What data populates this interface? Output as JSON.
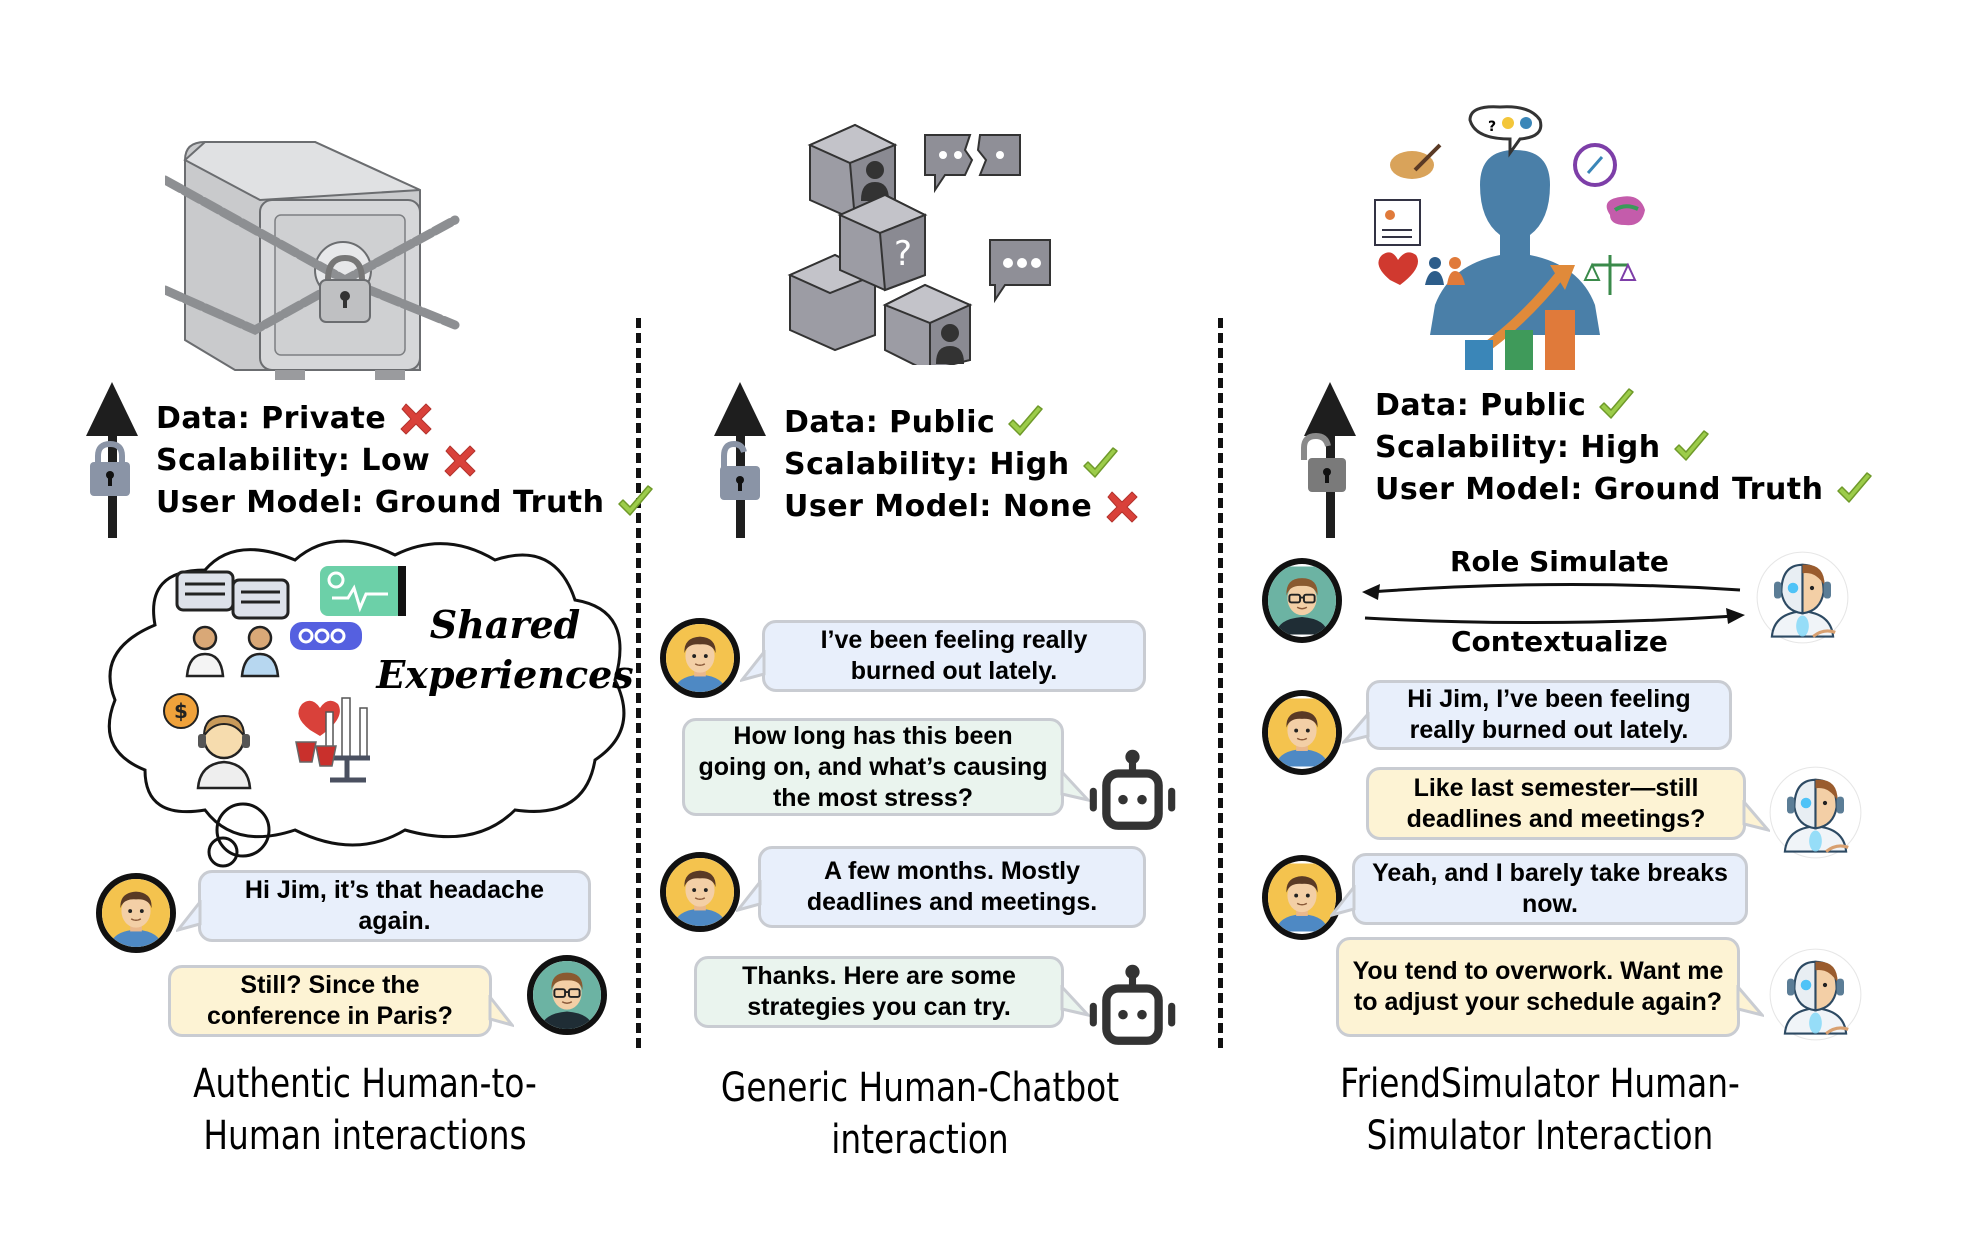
{
  "panels": [
    {
      "id": "authentic",
      "illustration": "locked-safe-with-chains",
      "lock_icon": "lock-closed-icon",
      "properties": [
        {
          "label": "Data: Private",
          "status": "cross"
        },
        {
          "label": "Scalability: Low",
          "status": "cross"
        },
        {
          "label": "User Model: Ground Truth",
          "status": "check"
        }
      ],
      "thought_cloud": {
        "label_line1": "Shared",
        "label_line2": "Experiences",
        "icons": [
          "chat-bubbles-people-icon",
          "health-chat-icon",
          "typing-bubble-icon",
          "support-agent-icon",
          "dollar-coin-icon",
          "romantic-dinner-icon"
        ]
      },
      "messages": [
        {
          "speaker": "user",
          "text": "Hi Jim, it’s that headache again."
        },
        {
          "speaker": "friend",
          "text": "Still? Since the conference in Paris?"
        }
      ],
      "caption": "Authentic Human-to-Human interactions"
    },
    {
      "id": "generic",
      "illustration": "disconnected-blocks-broken-chat",
      "lock_icon": "lock-open-icon",
      "properties": [
        {
          "label": "Data: Public",
          "status": "check"
        },
        {
          "label": "Scalability: High",
          "status": "check"
        },
        {
          "label": "User Model: None",
          "status": "cross"
        }
      ],
      "messages": [
        {
          "speaker": "user",
          "text": "I’ve been feeling really burned out lately."
        },
        {
          "speaker": "bot",
          "text": "How long has this been going on, and what’s causing the most stress?"
        },
        {
          "speaker": "user",
          "text": "A few months. Mostly deadlines and meetings."
        },
        {
          "speaker": "bot",
          "text": "Thanks. Here are some strategies you can try."
        }
      ],
      "caption": "Generic Human-Chatbot interaction"
    },
    {
      "id": "friendsimulator",
      "illustration": "user-profile-with-traits",
      "lock_icon": "lock-open-icon",
      "properties": [
        {
          "label": "Data: Public",
          "status": "check"
        },
        {
          "label": "Scalability: High",
          "status": "check"
        },
        {
          "label": "User Model: Ground Truth",
          "status": "check"
        }
      ],
      "flow": {
        "top_label": "Role Simulate",
        "bottom_label": "Contextualize"
      },
      "messages": [
        {
          "speaker": "user",
          "text": "Hi Jim, I’ve been feeling really burned out lately."
        },
        {
          "speaker": "simulator",
          "text": "Like last semester—still deadlines and meetings?"
        },
        {
          "speaker": "user",
          "text": "Yeah, and I barely take breaks now."
        },
        {
          "speaker": "simulator",
          "text": "You tend to overwork. Want me to adjust your schedule again?"
        }
      ],
      "caption": "FriendSimulator Human-Simulator Interaction"
    }
  ],
  "colors": {
    "check": "#8bc34a",
    "cross": "#d9413a",
    "user_bubble": "#e8effb",
    "bot_bubble": "#eaf4ee",
    "friend_bubble": "#fdf3d4",
    "lock": "#8a94a6"
  }
}
